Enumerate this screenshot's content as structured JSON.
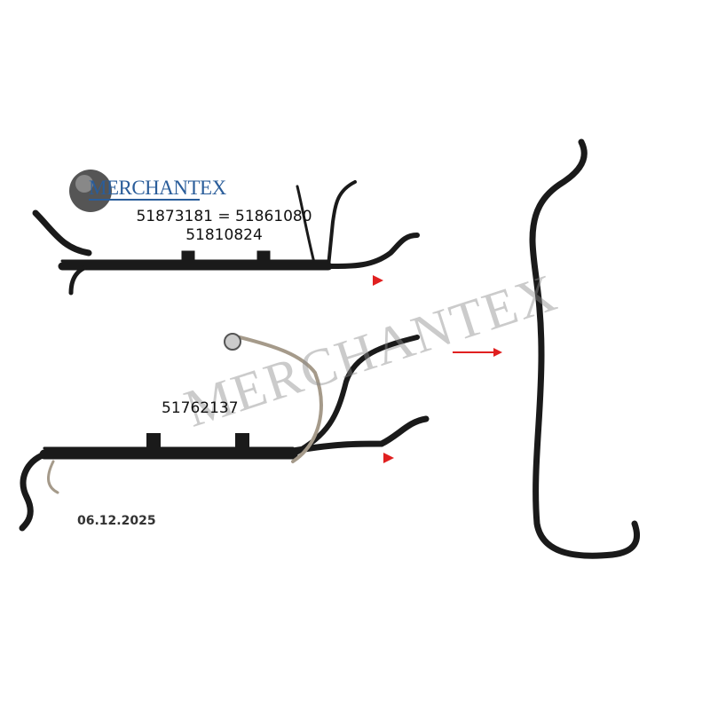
{
  "logo": {
    "text": "MERCHANTEX"
  },
  "part_numbers": {
    "top_line1": "51873181 = 51861080",
    "top_line2": "51810824",
    "bottom": "51762137"
  },
  "date": "06.12.2025",
  "watermark": "MERCHANTEX",
  "colors": {
    "hose": "#1a1a1a",
    "arrow": "#e02020",
    "braided": "#a59a8a",
    "logo_blue": "#2a5d9a"
  }
}
